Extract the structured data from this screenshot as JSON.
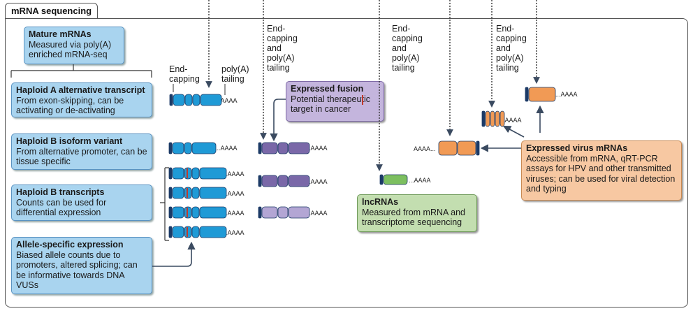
{
  "section": {
    "title": "mRNA sequencing"
  },
  "boxes": {
    "mature": {
      "title": "Mature mRNAs",
      "body": "Measured via poly(A) enriched mRNA-seq"
    },
    "haploid_a": {
      "title": "Haploid A alternative transcript",
      "body": "From exon-skipping, can be activating or de-activating"
    },
    "haploid_b_isoform": {
      "title": "Haploid B isoform variant",
      "body": "From alternative promoter, can be tissue specific"
    },
    "haploid_b_transcripts": {
      "title": "Haploid B transcripts",
      "body": "Counts can be used for differential expression"
    },
    "allele": {
      "title": "Allele-specific expression",
      "body": "Biased allele counts due to promoters, altered splicing; can be informative towards DNA VUSs"
    },
    "fusion": {
      "title": "Expressed fusion",
      "body": "Potential therapeutic target in cancer"
    },
    "lncrna": {
      "title": "lncRNAs",
      "body": "Measured from mRNA and transcriptome sequencing"
    },
    "virus": {
      "title": "Expressed virus mRNAs",
      "body": "Accessible from mRNA, qRT-PCR assays for HPV and other transmitted viruses; can be used for viral detection and typing"
    }
  },
  "labels": {
    "end_capping": "End-\ncapping",
    "poly_a_tailing": "poly(A)\ntailing",
    "end_capping_poly_a": "End-\ncapping\nand\npoly(A)\ntailing",
    "poly_a_tail": "AAAA",
    "poly_a_tail_dotted": "...AAAA",
    "poly_a_tail_left": "AAAA..."
  },
  "colors": {
    "blue_exon": "#1f9ad6",
    "purple_exon": "#7a68a8",
    "light_purple_exon": "#b3a6d4",
    "green_exon": "#7cbf5f",
    "orange_exon": "#f19a55",
    "cap": "#1c3a66",
    "variant_mark": "#c0392b"
  }
}
